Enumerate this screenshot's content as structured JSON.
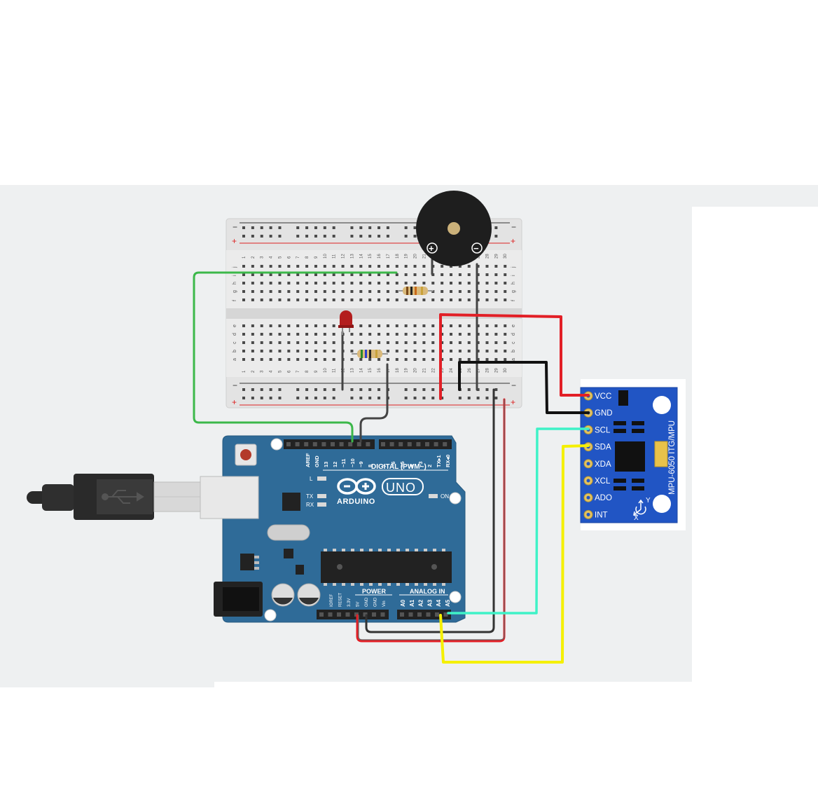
{
  "arduino": {
    "brand": "ARDUINO",
    "model": "UNO",
    "digital_header": "DIGITAL (PWM~)",
    "power_header": "POWER",
    "analog_header": "ANALOG IN",
    "led_l": "L",
    "led_tx": "TX",
    "led_rx": "RX",
    "led_on": "ON",
    "digital_pins": [
      "AREF",
      "GND",
      "13",
      "12",
      "~11",
      "~10",
      "~9",
      "8",
      "7",
      "~6",
      "~5",
      "4",
      "~3",
      "2",
      "TX▸1",
      "RX◂0"
    ],
    "power_pins": [
      "IOREF",
      "RESET",
      "3.3V",
      "5V",
      "GND",
      "GND",
      "Vin"
    ],
    "analog_pins": [
      "A0",
      "A1",
      "A2",
      "A3",
      "A4",
      "A5"
    ]
  },
  "breadboard": {
    "columns": [
      "1",
      "2",
      "3",
      "4",
      "5",
      "6",
      "7",
      "8",
      "9",
      "10",
      "11",
      "12",
      "13",
      "14",
      "15",
      "16",
      "17",
      "18",
      "19",
      "20",
      "21",
      "22",
      "23",
      "24",
      "25",
      "26",
      "27",
      "28",
      "29",
      "30"
    ],
    "rows_top": [
      "j",
      "i",
      "h",
      "g",
      "f"
    ],
    "rows_bottom": [
      "e",
      "d",
      "c",
      "b",
      "a"
    ],
    "rail_minus": "−",
    "rail_plus": "+"
  },
  "buzzer": {
    "plus": "+",
    "minus": "−"
  },
  "sensor": {
    "title": "MPU-6050 ITG/MPU",
    "pins": [
      "VCC",
      "GND",
      "SCL",
      "SDA",
      "XDA",
      "XCL",
      "ADO",
      "INT"
    ],
    "axis_y": "Y",
    "axis_x": "X"
  },
  "wire_colors": {
    "red": "#e21f26",
    "black": "#111111",
    "cyan": "#3ff2c7",
    "yellow": "#f5f000",
    "green": "#3cb84a",
    "gray": "#444444",
    "board_blue": "#2f6b98"
  }
}
